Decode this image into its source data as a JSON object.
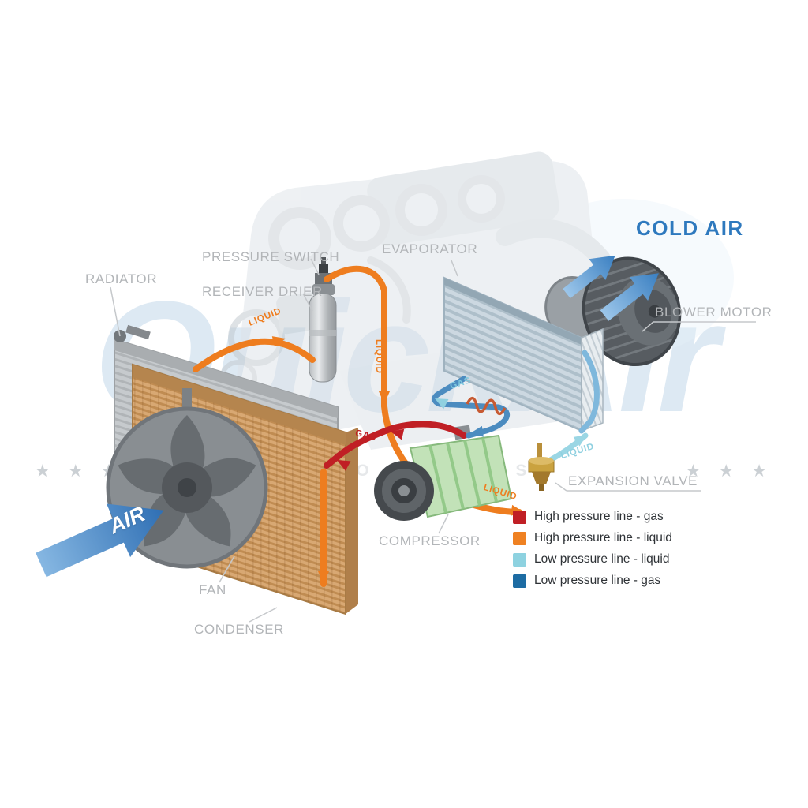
{
  "watermark": {
    "brand": "QuickAir",
    "stars_left": "★ ★ ★",
    "stars_right": "★ ★ ★",
    "subtext": "AUTOPARTS"
  },
  "labels": {
    "radiator": "RADIATOR",
    "pressure_switch": "PRESSURE SWITCH",
    "receiver_drier": "RECEIVER DRIER",
    "evaporator": "EVAPORATOR",
    "blower_motor": "BLOWER MOTOR",
    "expansion_valve": "EXPANSION VALVE",
    "compressor": "COMPRESSOR",
    "fan": "FAN",
    "condenser": "CONDENSER"
  },
  "flow": {
    "cold_air": "COLD AIR",
    "air": "AIR",
    "liquid_condenser": "LIQUID",
    "liquid_drier": "LIQUID",
    "gas_high": "GAS",
    "gas_low": "GAS",
    "liquid_valve_feed": "LIQUID",
    "liquid_valve_out": "LIQUID"
  },
  "legend": {
    "items": [
      {
        "label": "High pressure line - gas",
        "color": "#c01f25"
      },
      {
        "label": "High pressure line - liquid",
        "color": "#ef8122"
      },
      {
        "label": "Low pressure line - liquid",
        "color": "#8ed2e0"
      },
      {
        "label": "Low pressure line -  gas",
        "color": "#1d6ca3"
      }
    ]
  }
}
